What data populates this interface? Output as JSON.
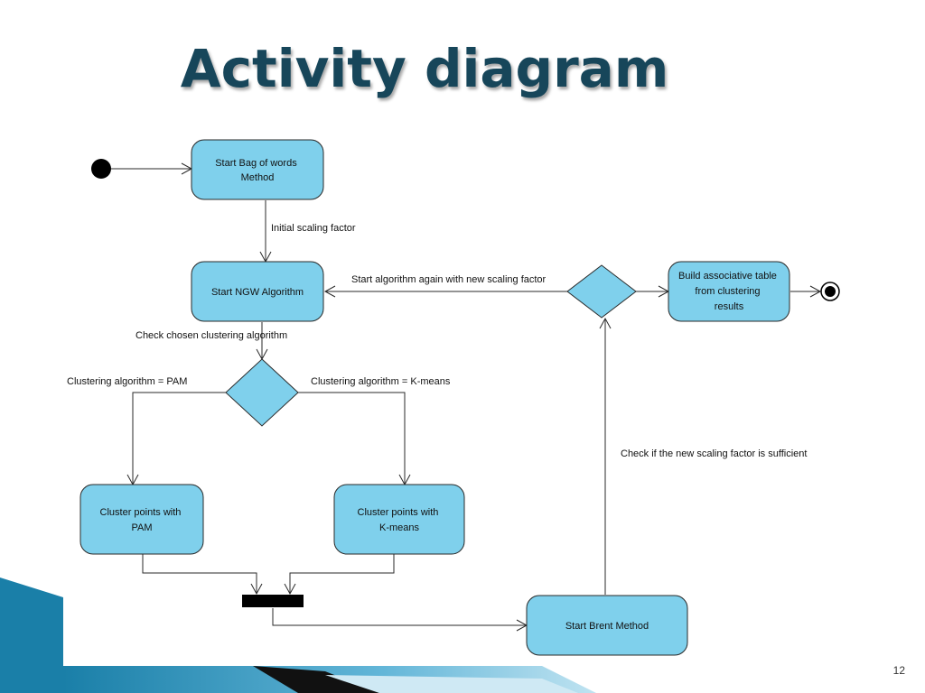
{
  "slide": {
    "title": "Activity diagram",
    "page_number": "12"
  },
  "nodes": {
    "start_bag": [
      "Start Bag of words",
      "Method"
    ],
    "start_ngw": [
      "Start NGW Algorithm"
    ],
    "build_table": [
      "Build associative table",
      "from clustering",
      "results"
    ],
    "cluster_pam": [
      "Cluster points with",
      "PAM"
    ],
    "cluster_kmeans": [
      "Cluster points with",
      "K-means"
    ],
    "start_brent": [
      "Start Brent Method"
    ]
  },
  "edges": {
    "initial_scaling": "Initial scaling factor",
    "start_again": "Start algorithm again with new scaling factor",
    "check_chosen": "Check chosen clustering algorithm",
    "algo_pam": "Clustering algorithm = PAM",
    "algo_kmeans": "Clustering algorithm = K-means",
    "check_sufficient": "Check if the new scaling factor is sufficient"
  },
  "colors": {
    "node_fill": "#7fd0ec",
    "title": "#17465a",
    "accent": "#1f8fb8"
  }
}
